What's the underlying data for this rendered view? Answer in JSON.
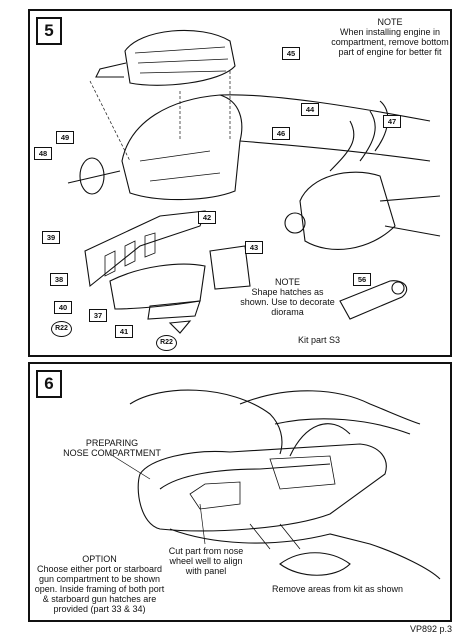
{
  "step5": {
    "number": "5",
    "note_top": {
      "title": "NOTE",
      "line1": "When installing engine in",
      "line2": "compartment, remove bottom",
      "line3": "part of engine for better fit"
    },
    "note_mid": {
      "title": "NOTE",
      "line1": "Shape hatches as",
      "line2": "shown. Use to decorate",
      "line3": "diorama"
    },
    "kit_part": "Kit part S3",
    "parts": [
      "45",
      "44",
      "47",
      "46",
      "49",
      "48",
      "42",
      "39",
      "43",
      "38",
      "56",
      "40",
      "37",
      "41"
    ],
    "refs": [
      "R22",
      "R22"
    ]
  },
  "step6": {
    "number": "6",
    "preparing": {
      "line1": "PREPARING",
      "line2": "NOSE COMPARTMENT"
    },
    "cut_text": {
      "line1": "Cut part from nose",
      "line2": "wheel well to align",
      "line3": "with panel"
    },
    "option": {
      "title": "OPTION",
      "line1": "Choose either port or starboard",
      "line2": "gun compartment to be shown",
      "line3": "open. Inside framing of both port",
      "line4": "& starboard gun hatches are",
      "line5": "provided (part 33 & 34)"
    },
    "remove_text": "Remove areas from kit as shown"
  },
  "footer": "VP892 p.3"
}
